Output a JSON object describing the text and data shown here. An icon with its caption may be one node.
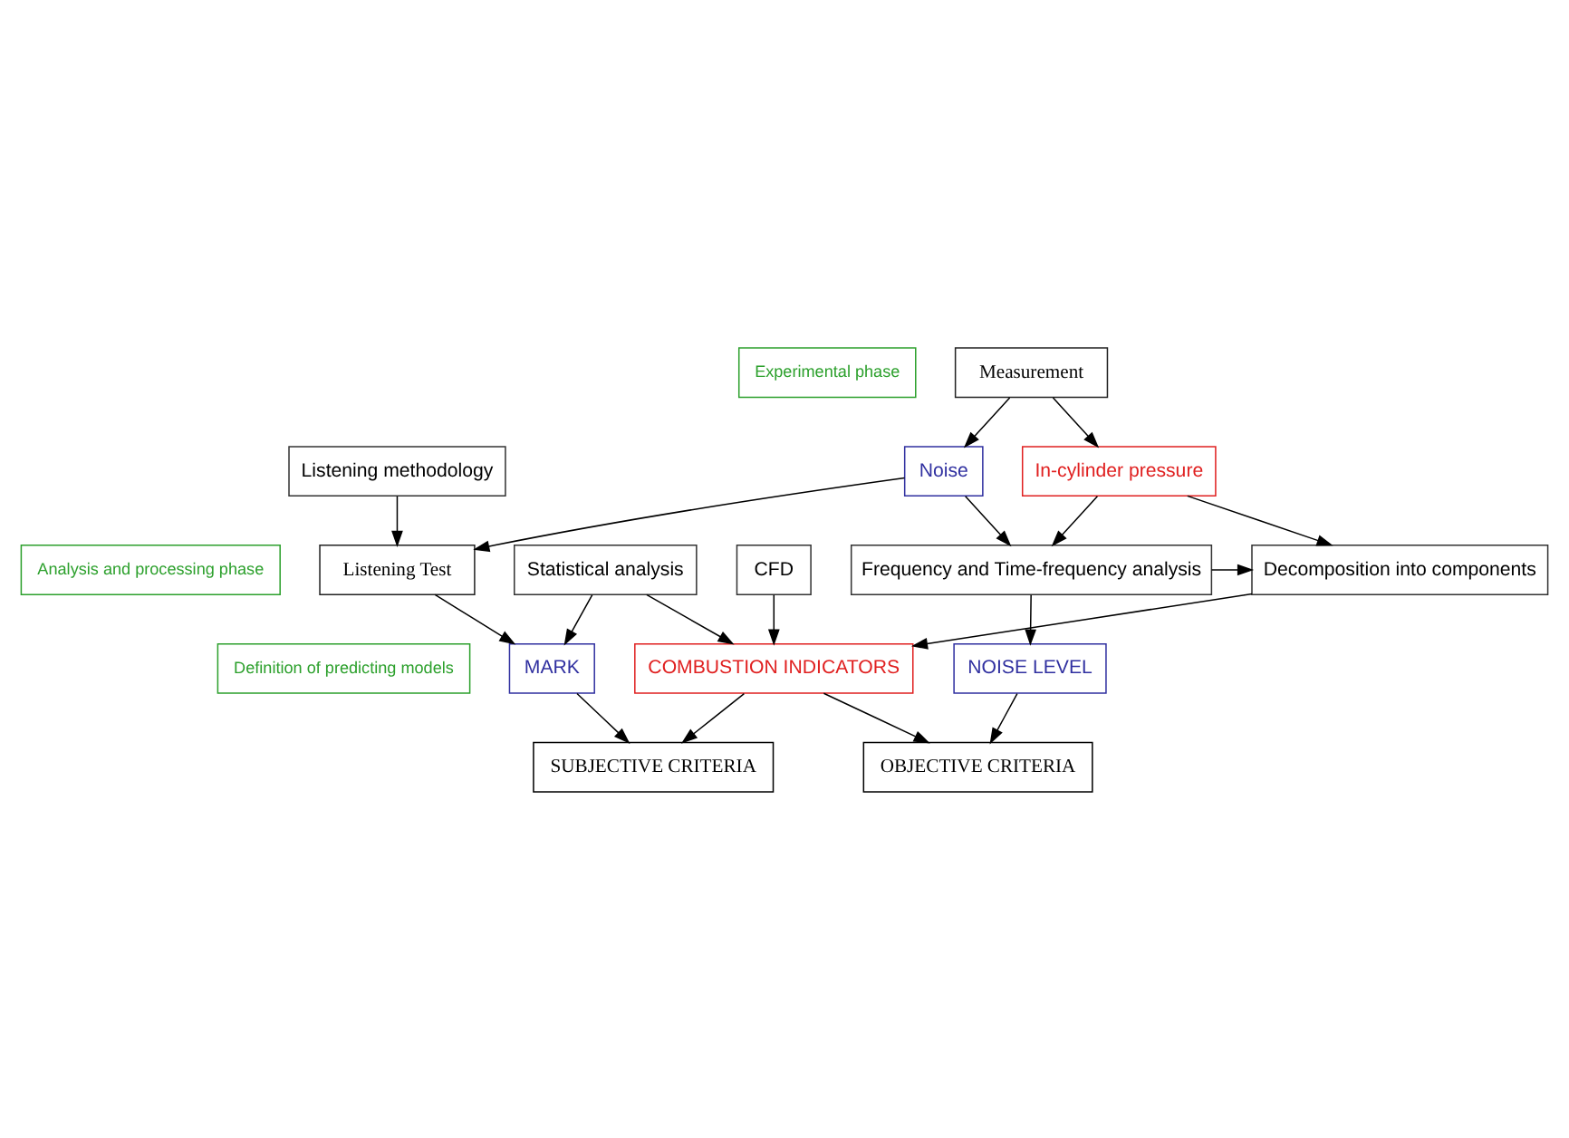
{
  "diagram": {
    "nodes": [
      {
        "text": [
          "Experimental phase"
        ]
      },
      {
        "text": [
          "Analysis and processing phase"
        ]
      },
      {
        "text": [
          "Definition of predicting models"
        ]
      },
      {
        "text": [
          "Measurement"
        ]
      },
      {
        "text": [
          "In-cylinder pressure"
        ]
      },
      {
        "text": [
          "Noise"
        ]
      },
      {
        "text": [
          "Listening methodology"
        ]
      },
      {
        "text": [
          "Listening Test"
        ]
      },
      {
        "text": [
          "Decomposition into components"
        ]
      },
      {
        "text": [
          "Frequency and Time-frequency analysis"
        ]
      },
      {
        "text": [
          "CFD"
        ]
      },
      {
        "text": [
          "Statistical analysis"
        ]
      },
      {
        "text": [
          "COMBUSTION INDICATORS"
        ]
      },
      {
        "text": [
          "NOISE LEVEL"
        ]
      },
      {
        "text": [
          "MARK"
        ]
      },
      {
        "text": [
          "OBJECTIVE CRITERIA"
        ]
      },
      {
        "text": [
          "SUBJECTIVE CRITERIA"
        ]
      }
    ],
    "edges": [
      {
        "from": 3,
        "to": 4,
        "arrow": "to"
      },
      {
        "from": 3,
        "to": 5,
        "arrow": "to"
      },
      {
        "from": 5,
        "to": 7,
        "arrow": "to"
      },
      {
        "from": 6,
        "to": 7,
        "arrow": "to"
      },
      {
        "from": 4,
        "to": 8,
        "arrow": "to"
      },
      {
        "from": 4,
        "to": 9,
        "arrow": "to"
      },
      {
        "from": 5,
        "to": 9,
        "arrow": "to"
      },
      {
        "from": 9,
        "to": 8,
        "arrow": "to"
      },
      {
        "from": 8,
        "to": 12,
        "arrow": "to"
      },
      {
        "from": 10,
        "to": 12,
        "arrow": "to"
      },
      {
        "from": 11,
        "to": 12,
        "arrow": "to"
      },
      {
        "from": 11,
        "to": 14,
        "arrow": "to"
      },
      {
        "from": 7,
        "to": 14,
        "arrow": "to"
      },
      {
        "from": 9,
        "to": 13,
        "arrow": "to"
      },
      {
        "from": 12,
        "to": 15,
        "arrow": "to"
      },
      {
        "from": 13,
        "to": 15,
        "arrow": "to"
      },
      {
        "from": 12,
        "to": 16,
        "arrow": "to"
      },
      {
        "from": 14,
        "to": 16,
        "arrow": "to"
      }
    ]
  }
}
